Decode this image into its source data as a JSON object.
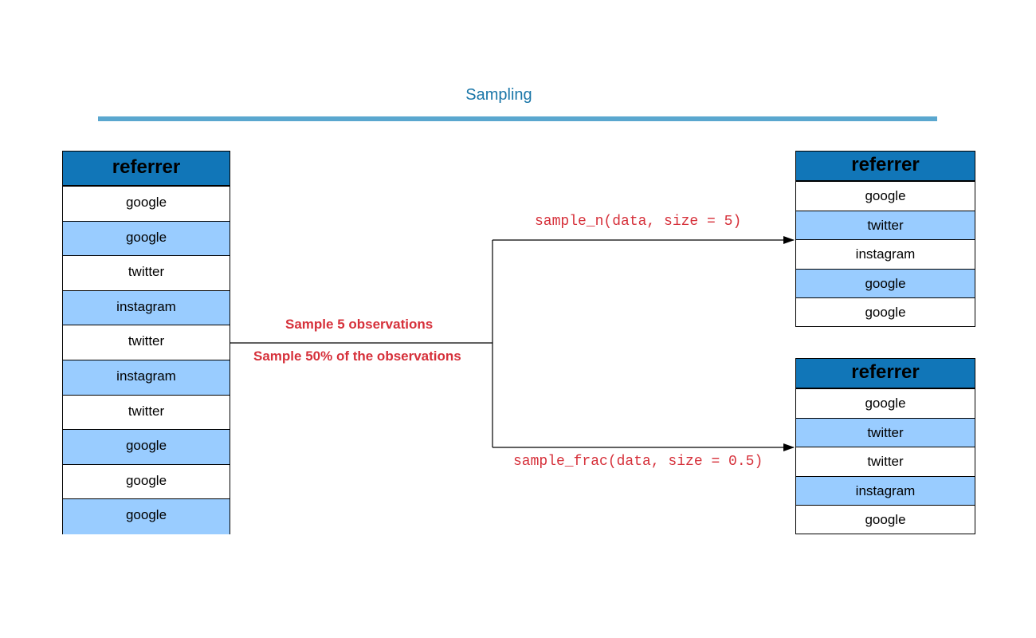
{
  "title": "Sampling",
  "colors": {
    "title": "#1a76a8",
    "rule": "#5aa7cf",
    "header_fill": "#1176b8",
    "row_alt_fill": "#99ccff",
    "annotation": "#d6303a"
  },
  "source_table": {
    "header": "referrer",
    "rows": [
      "google",
      "google",
      "twitter",
      "instagram",
      "twitter",
      "instagram",
      "twitter",
      "google",
      "google",
      "google"
    ]
  },
  "labels": {
    "sample_n_text": "Sample 5 observations",
    "sample_frac_text": "Sample 50% of the observations",
    "sample_n_code": "sample_n(data, size = 5)",
    "sample_frac_code": "sample_frac(data, size = 0.5)"
  },
  "result_n_table": {
    "header": "referrer",
    "rows": [
      "google",
      "twitter",
      "instagram",
      "google",
      "google"
    ]
  },
  "result_frac_table": {
    "header": "referrer",
    "rows": [
      "google",
      "twitter",
      "twitter",
      "instagram",
      "google"
    ]
  }
}
